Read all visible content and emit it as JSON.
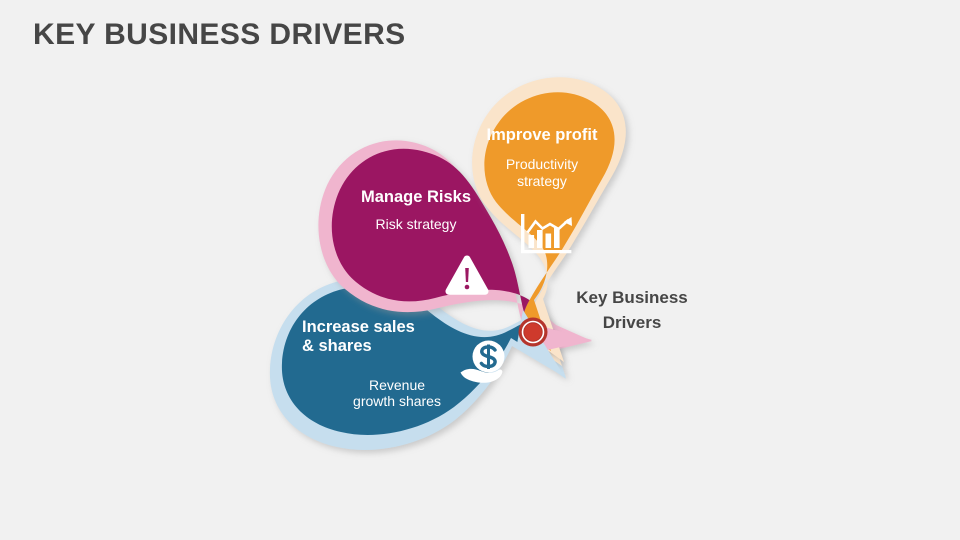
{
  "slide": {
    "title": "KEY BUSINESS DRIVERS",
    "background_color": "#F1F1F1",
    "title_color": "#464646"
  },
  "center": {
    "caption": "Key Business\nDrivers",
    "marker_color": "#C0392B",
    "marker_name": "center-hub-marker"
  },
  "petals": [
    {
      "id": "improve-profit",
      "title": "Improve profit",
      "subtitle": "Productivity\nstrategy",
      "icon": "bar-chart-growth-icon",
      "fill_color": "#EF9A2A",
      "halo_color": "#FAE4CA"
    },
    {
      "id": "manage-risks",
      "title": "Manage Risks",
      "subtitle": "Risk strategy",
      "icon": "warning-triangle-icon",
      "fill_color": "#9B1862",
      "halo_color": "#F0B5CE"
    },
    {
      "id": "increase-sales",
      "title": "Increase sales\n& shares",
      "subtitle": "Revenue\ngrowth shares",
      "icon": "hand-holding-dollar-icon",
      "fill_color": "#236A90",
      "halo_color": "#C6DEEE"
    }
  ]
}
